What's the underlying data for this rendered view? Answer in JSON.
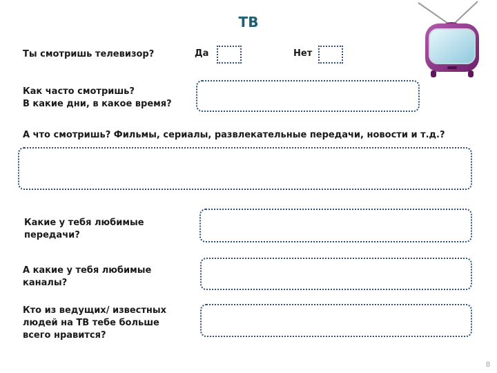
{
  "title": "ТВ",
  "q1": {
    "text": "Ты смотришь телевизор?",
    "yes_label": "Да",
    "no_label": "Нет"
  },
  "q2": {
    "line1": "Как часто смотришь?",
    "line2": "В какие дни, в какое время?"
  },
  "q3": {
    "text": "А что смотришь? Фильмы, сериалы, развлекательные передачи, новости и т.д.?"
  },
  "q4": {
    "line1": "Какие у тебя любимые",
    "line2": "передачи?"
  },
  "q5": {
    "line1": "А какие у тебя любимые",
    "line2": "каналы?"
  },
  "q6": {
    "line1": "Кто из ведущих/ известных",
    "line2": "людей на ТВ тебе больше",
    "line3": "всего нравится?"
  },
  "page_number": "8",
  "colors": {
    "title": "#1f5f74",
    "border": "#2a4f7d",
    "tv_body": "#8a2f86"
  },
  "icons": {
    "tv": "tv-icon"
  }
}
